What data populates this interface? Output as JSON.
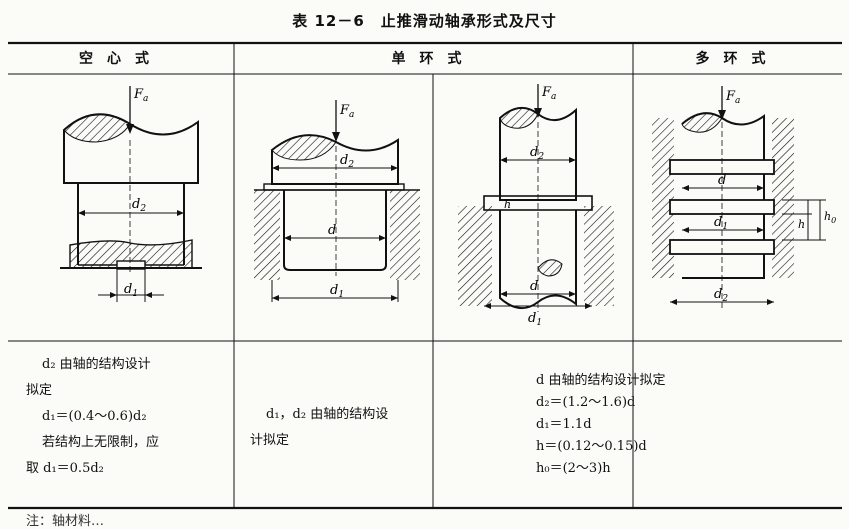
{
  "title": "表 12－6　止推滑动轴承形式及尺寸",
  "headers": {
    "col1": "空心式",
    "col2": "单环式",
    "col3": "多环式"
  },
  "figures": {
    "fa": "F",
    "fa_sub": "a",
    "d": "d",
    "d1": "d",
    "d1_sub": "1",
    "d2": "d",
    "d2_sub": "2",
    "h": "h",
    "h0": "h",
    "h0_sub": "0"
  },
  "notes": {
    "col1": {
      "line1": "d₂ 由轴的结构设计",
      "line2": "拟定",
      "line3": "d₁＝(0.4～0.6)d₂",
      "line4": "若结构上无限制，应",
      "line5": "取 d₁＝0.5d₂"
    },
    "col2": {
      "line1": "d₁，d₂ 由轴的结构设",
      "line2": "计拟定"
    },
    "col3": {
      "line1": "d 由轴的结构设计拟定",
      "line2": "d₂＝(1.2～1.6)d",
      "line3": "d₁＝1.1d",
      "line4": "h＝(0.12～0.15)d",
      "line5": "h₀＝(2～3)h"
    }
  },
  "footer": "注：轴材料…"
}
